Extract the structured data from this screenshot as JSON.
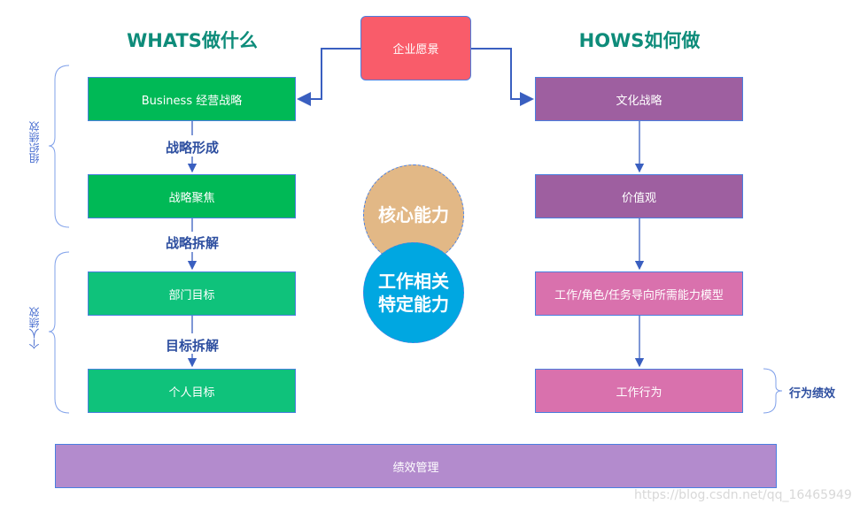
{
  "titles": {
    "whats": "WHATS做什么",
    "hows": "HOWS如何做"
  },
  "vision": "企业愿景",
  "left_boxes": [
    "Business 经营战略",
    "战略聚焦",
    "部门目标",
    "个人目标"
  ],
  "left_labels": [
    "战略形成",
    "战略拆解",
    "目标拆解"
  ],
  "right_boxes": [
    "文化战略",
    "价值观",
    "工作/角色/任务导向所需能力模型",
    "工作行为"
  ],
  "circles": {
    "core": "核心能力",
    "job_line1": "工作相关",
    "job_line2": "特定能力"
  },
  "side_labels": {
    "org": "组织绩效",
    "personal": "个人绩效",
    "behavior": "行为绩效"
  },
  "bottom": "绩效管理",
  "watermark": "https://blog.csdn.net/qq_16465949",
  "colors": {
    "vision": "#f95c6a",
    "green_dark": "#00b956",
    "green": "#0fc27b",
    "purple": "#9e5fa0",
    "pink": "#d971ad",
    "bottom": "#b38bcd",
    "core": "#e2b886",
    "job": "#00a7e1"
  }
}
